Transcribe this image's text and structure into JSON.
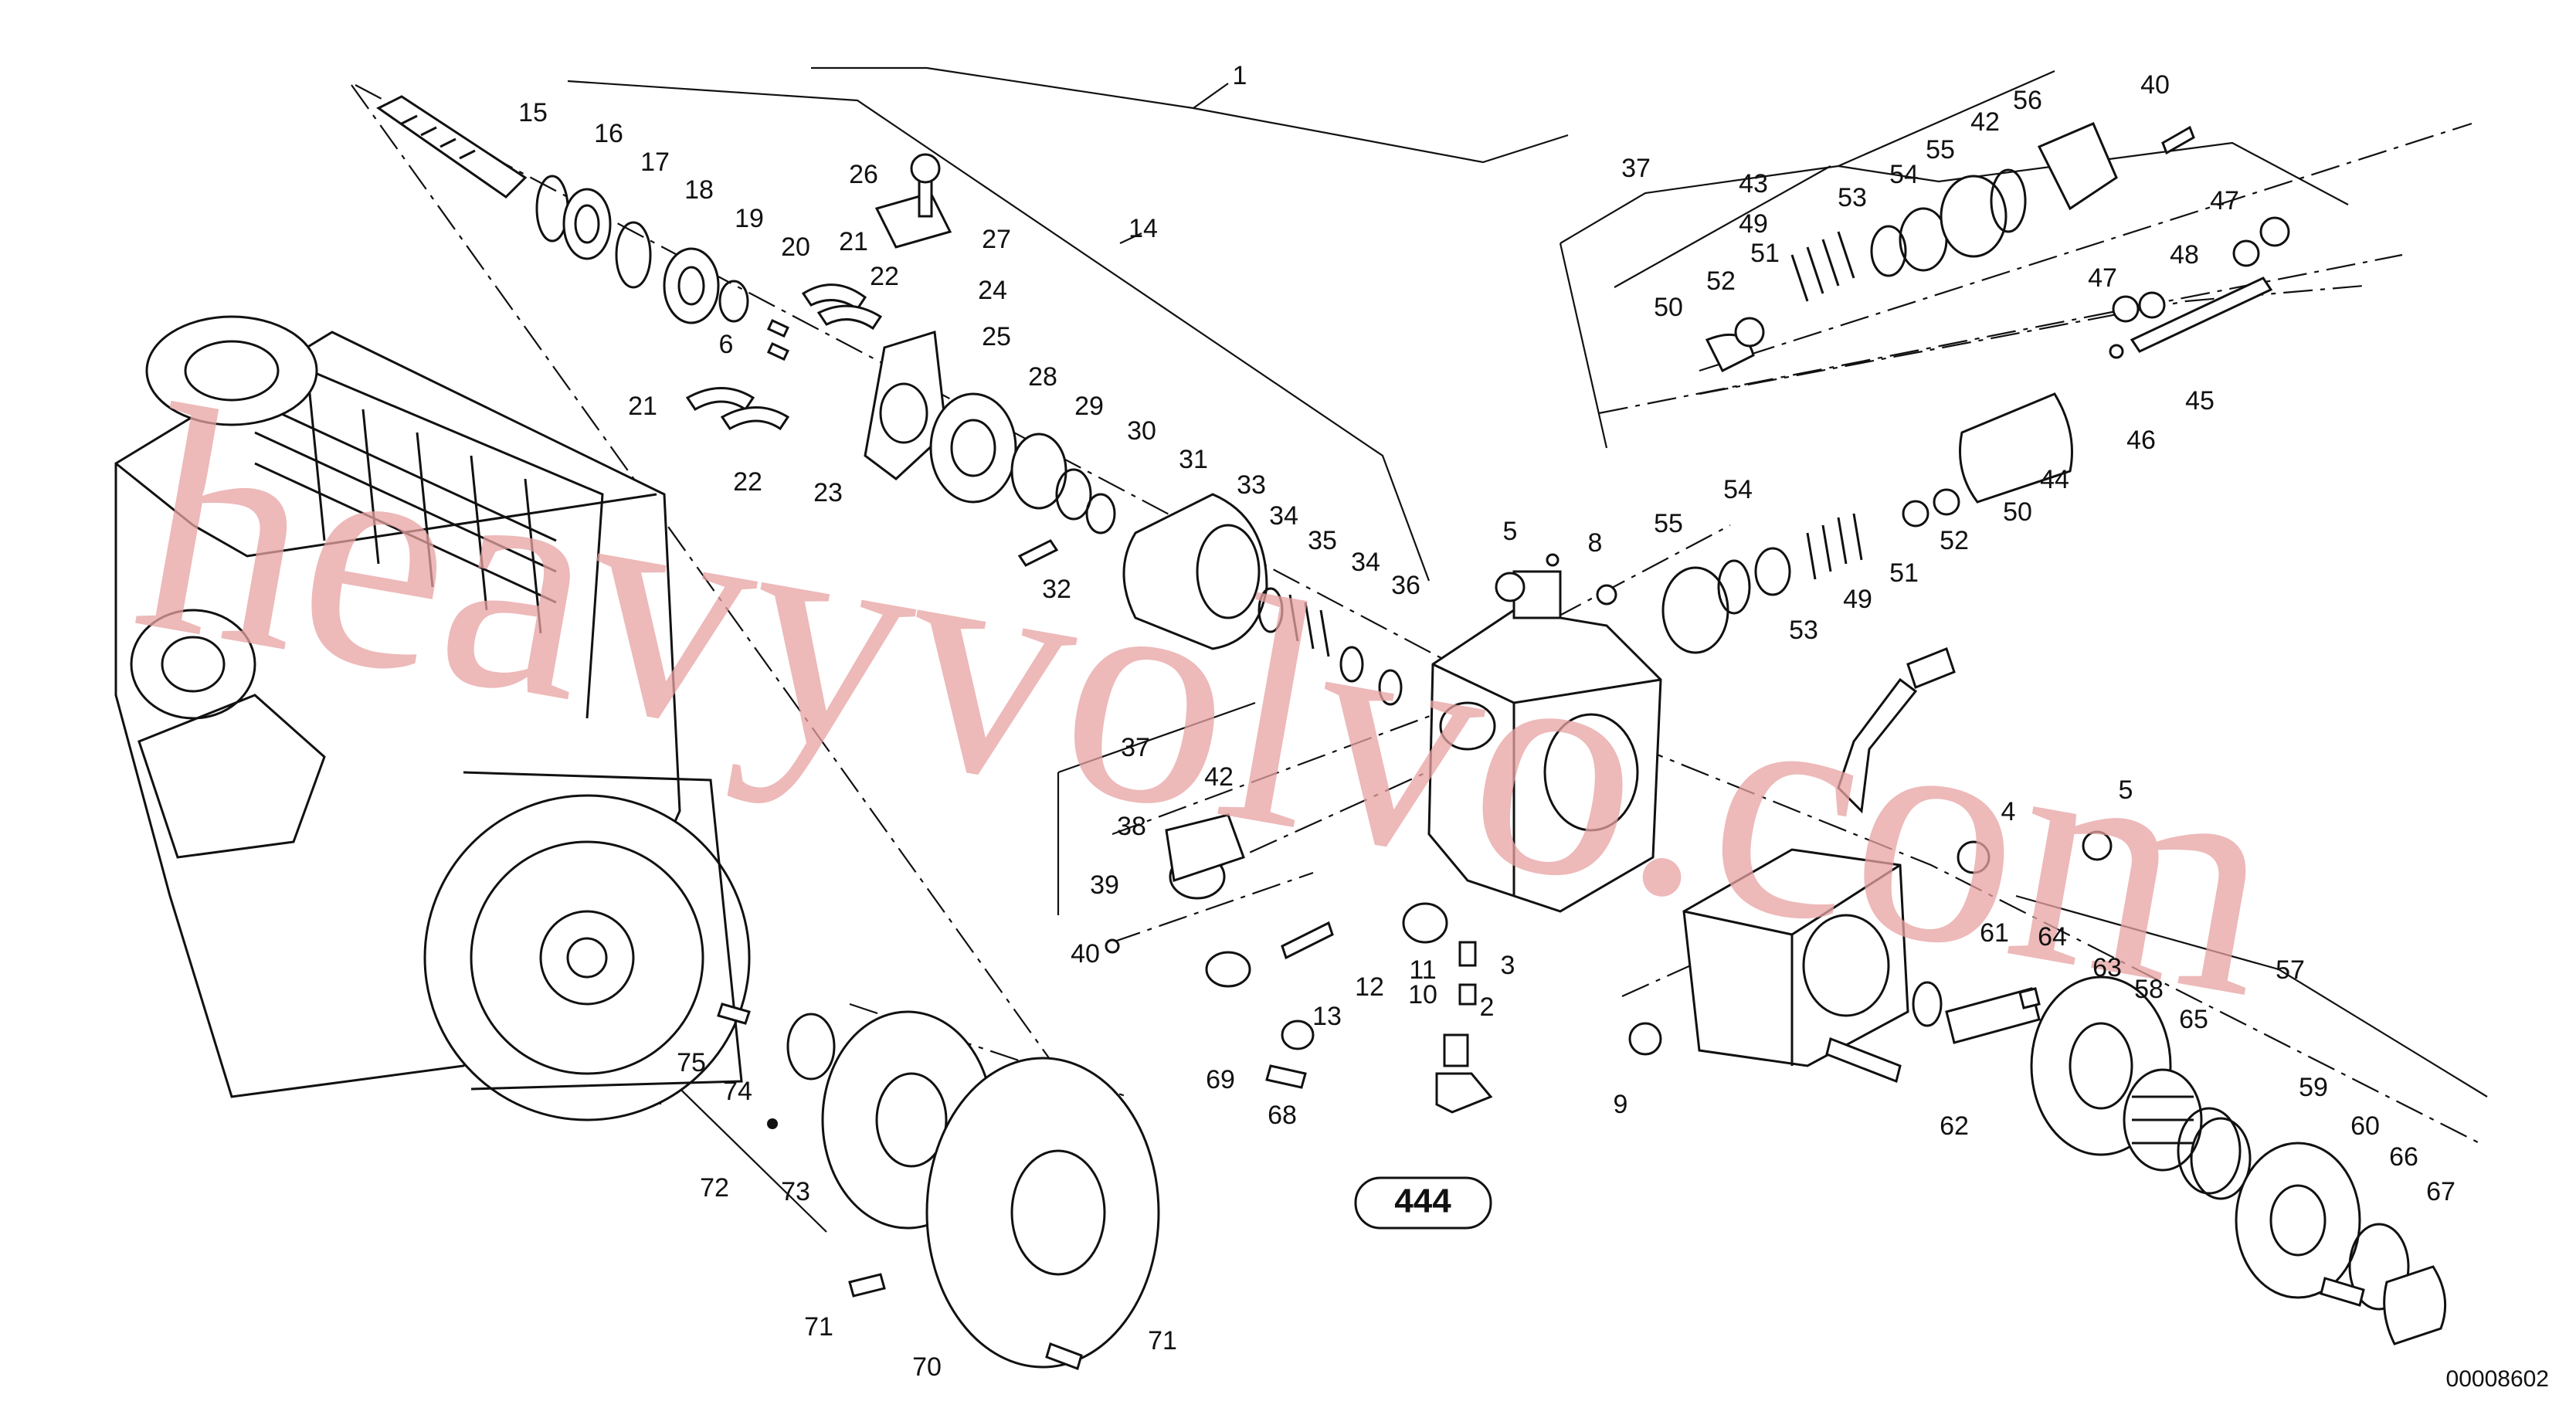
{
  "diagram": {
    "drawing_id": "00008602",
    "reference_tag": "444",
    "watermark": "heavyvolvo.com",
    "callouts": [
      {
        "num": "1"
      },
      {
        "num": "15"
      },
      {
        "num": "16"
      },
      {
        "num": "17"
      },
      {
        "num": "18"
      },
      {
        "num": "19"
      },
      {
        "num": "20"
      },
      {
        "num": "21"
      },
      {
        "num": "22"
      },
      {
        "num": "6"
      },
      {
        "num": "26"
      },
      {
        "num": "27"
      },
      {
        "num": "24"
      },
      {
        "num": "25"
      },
      {
        "num": "14"
      },
      {
        "num": "28"
      },
      {
        "num": "29"
      },
      {
        "num": "30"
      },
      {
        "num": "31"
      },
      {
        "num": "21"
      },
      {
        "num": "22"
      },
      {
        "num": "23"
      },
      {
        "num": "32"
      },
      {
        "num": "33"
      },
      {
        "num": "34"
      },
      {
        "num": "35"
      },
      {
        "num": "34"
      },
      {
        "num": "36"
      },
      {
        "num": "5"
      },
      {
        "num": "8"
      },
      {
        "num": "37"
      },
      {
        "num": "43"
      },
      {
        "num": "49"
      },
      {
        "num": "53"
      },
      {
        "num": "54"
      },
      {
        "num": "55"
      },
      {
        "num": "42"
      },
      {
        "num": "56"
      },
      {
        "num": "40"
      },
      {
        "num": "51"
      },
      {
        "num": "52"
      },
      {
        "num": "50"
      },
      {
        "num": "47"
      },
      {
        "num": "48"
      },
      {
        "num": "47"
      },
      {
        "num": "45"
      },
      {
        "num": "46"
      },
      {
        "num": "44"
      },
      {
        "num": "50"
      },
      {
        "num": "52"
      },
      {
        "num": "51"
      },
      {
        "num": "49"
      },
      {
        "num": "53"
      },
      {
        "num": "54"
      },
      {
        "num": "55"
      },
      {
        "num": "37"
      },
      {
        "num": "42"
      },
      {
        "num": "38"
      },
      {
        "num": "39"
      },
      {
        "num": "40"
      },
      {
        "num": "13"
      },
      {
        "num": "12"
      },
      {
        "num": "10"
      },
      {
        "num": "3"
      },
      {
        "num": "2"
      },
      {
        "num": "4"
      },
      {
        "num": "5"
      },
      {
        "num": "61"
      },
      {
        "num": "64"
      },
      {
        "num": "63"
      },
      {
        "num": "58"
      },
      {
        "num": "57"
      },
      {
        "num": "65"
      },
      {
        "num": "59"
      },
      {
        "num": "60"
      },
      {
        "num": "66"
      },
      {
        "num": "67"
      },
      {
        "num": "62"
      },
      {
        "num": "9"
      },
      {
        "num": "69"
      },
      {
        "num": "68"
      },
      {
        "num": "75"
      },
      {
        "num": "74"
      },
      {
        "num": "72"
      },
      {
        "num": "73"
      },
      {
        "num": "71"
      },
      {
        "num": "70"
      },
      {
        "num": "71"
      },
      {
        "num": "11"
      }
    ]
  }
}
